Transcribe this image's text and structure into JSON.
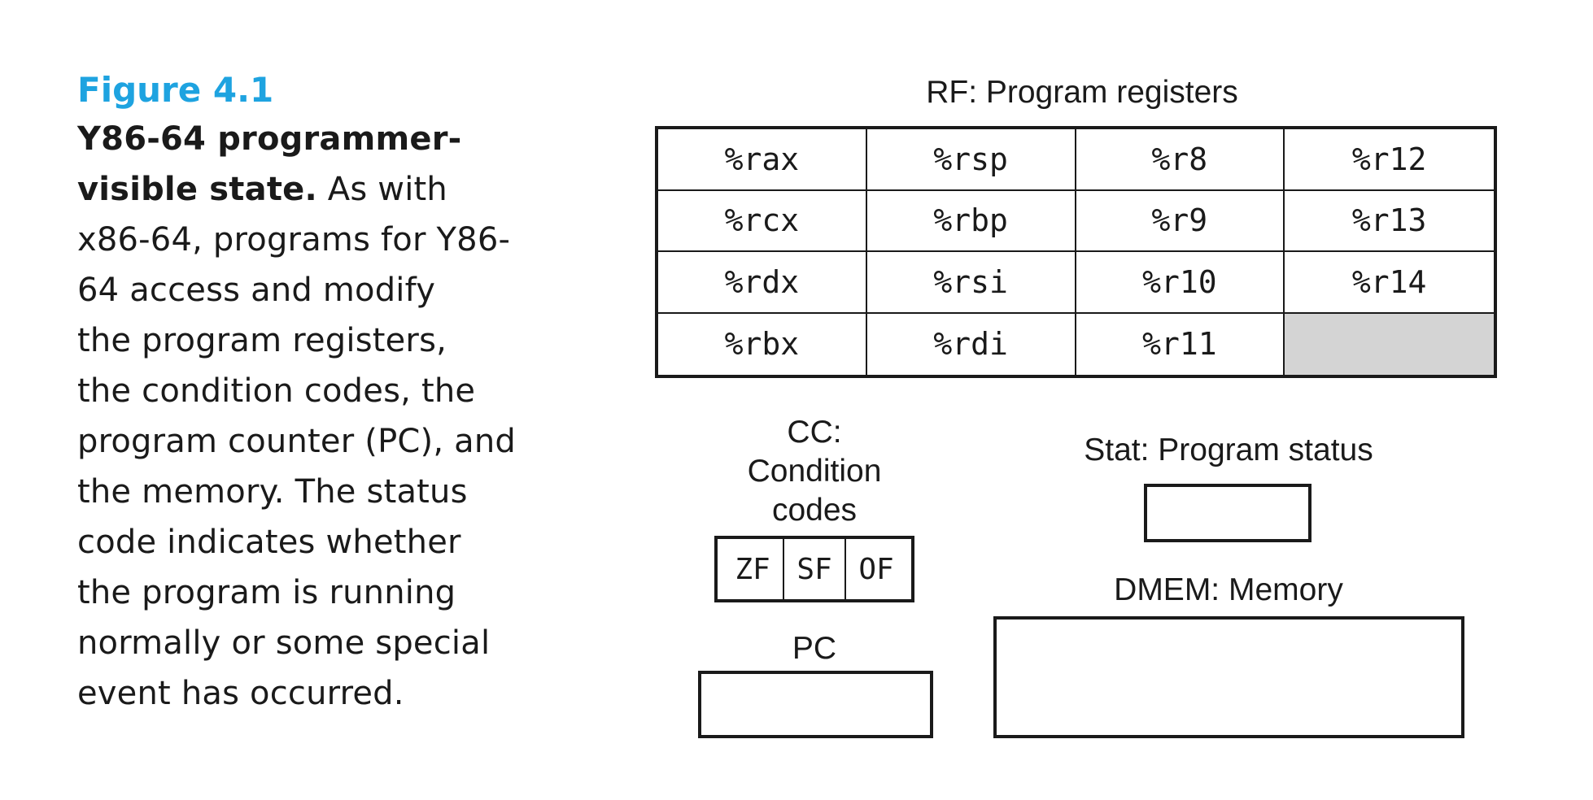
{
  "caption": {
    "figure_number": "Figure 4.1",
    "lines": [
      {
        "bold": "Y86-64 programmer-",
        "rest": ""
      },
      {
        "bold": "visible state.",
        "rest": " As with"
      },
      {
        "bold": "",
        "rest": "x86-64, programs for Y86-"
      },
      {
        "bold": "",
        "rest": "64 access and modify"
      },
      {
        "bold": "",
        "rest": "the program registers,"
      },
      {
        "bold": "",
        "rest": "the condition codes, the"
      },
      {
        "bold": "",
        "rest": "program counter (PC), and"
      },
      {
        "bold": "",
        "rest": "the memory. The status"
      },
      {
        "bold": "",
        "rest": "code indicates whether"
      },
      {
        "bold": "",
        "rest": "the program is running"
      },
      {
        "bold": "",
        "rest": "normally or some special"
      },
      {
        "bold": "",
        "rest": "event has occurred."
      }
    ]
  },
  "register_file": {
    "title": "RF: Program registers",
    "rows": [
      [
        "%rax",
        "%rsp",
        "%r8",
        "%r12"
      ],
      [
        "%rcx",
        "%rbp",
        "%r9",
        "%r13"
      ],
      [
        "%rdx",
        "%rsi",
        "%r10",
        "%r14"
      ],
      [
        "%rbx",
        "%rdi",
        "%r11",
        ""
      ]
    ],
    "empty_cell_color": "#d4d4d4"
  },
  "condition_codes": {
    "title_lines": [
      "CC:",
      "Condition",
      "codes"
    ],
    "flags": [
      "ZF",
      "SF",
      "OF"
    ]
  },
  "program_counter": {
    "title": "PC"
  },
  "status": {
    "title": "Stat: Program status"
  },
  "memory": {
    "title": "DMEM: Memory"
  },
  "colors": {
    "figure_number": "#1ea3e0",
    "text": "#1a1a1a"
  }
}
